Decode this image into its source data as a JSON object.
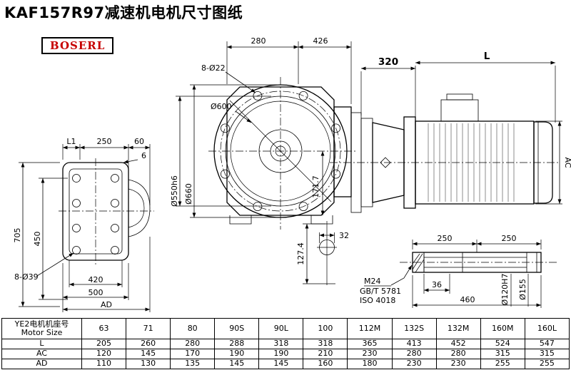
{
  "title": "KAF157R97减速机电机尺寸图纸",
  "brand": "BOSERL",
  "colors": {
    "ink": "#000000",
    "brand_red": "#c70000",
    "background": "#ffffff"
  },
  "views": {
    "left": {
      "dim_l1": "L1",
      "dim_250": "250",
      "dim_60": "60",
      "dim_6": "6",
      "dim_705": "705",
      "dim_450": "450",
      "dim_holes": "8-Ø39",
      "dim_420": "420",
      "dim_500": "500",
      "dim_ad": "AD"
    },
    "front": {
      "dim_280": "280",
      "dim_426": "426",
      "dim_holes": "8-Ø22",
      "dim_600": "Ø600",
      "dim_550": "Ø550h6",
      "dim_660": "Ø660",
      "dim_1717": "171.7",
      "dim_32": "32",
      "dim_1274": "127.4"
    },
    "side": {
      "dim_320": "320",
      "dim_l": "L",
      "dim_ac": "AC"
    },
    "shaft": {
      "dim_250a": "250",
      "dim_250b": "250",
      "label_m24": "M24",
      "label_gbt": "GB/T 5781",
      "label_iso": "ISO 4018",
      "dim_36": "36",
      "dim_460": "460",
      "dim_120": "Ø120H7",
      "dim_155": "Ø155"
    }
  },
  "table": {
    "header_cn": "YE2电机机座号",
    "header_en": "Motor Size",
    "sizes": [
      "63",
      "71",
      "80",
      "90S",
      "90L",
      "100",
      "112M",
      "132S",
      "132M",
      "160M",
      "160L"
    ],
    "rows": [
      {
        "label": "L",
        "values": [
          "205",
          "260",
          "280",
          "288",
          "318",
          "318",
          "365",
          "413",
          "452",
          "524",
          "547"
        ]
      },
      {
        "label": "AC",
        "values": [
          "120",
          "145",
          "170",
          "190",
          "190",
          "210",
          "230",
          "280",
          "280",
          "315",
          "315"
        ]
      },
      {
        "label": "AD",
        "values": [
          "110",
          "130",
          "135",
          "145",
          "145",
          "160",
          "180",
          "230",
          "230",
          "255",
          "255"
        ]
      }
    ]
  }
}
